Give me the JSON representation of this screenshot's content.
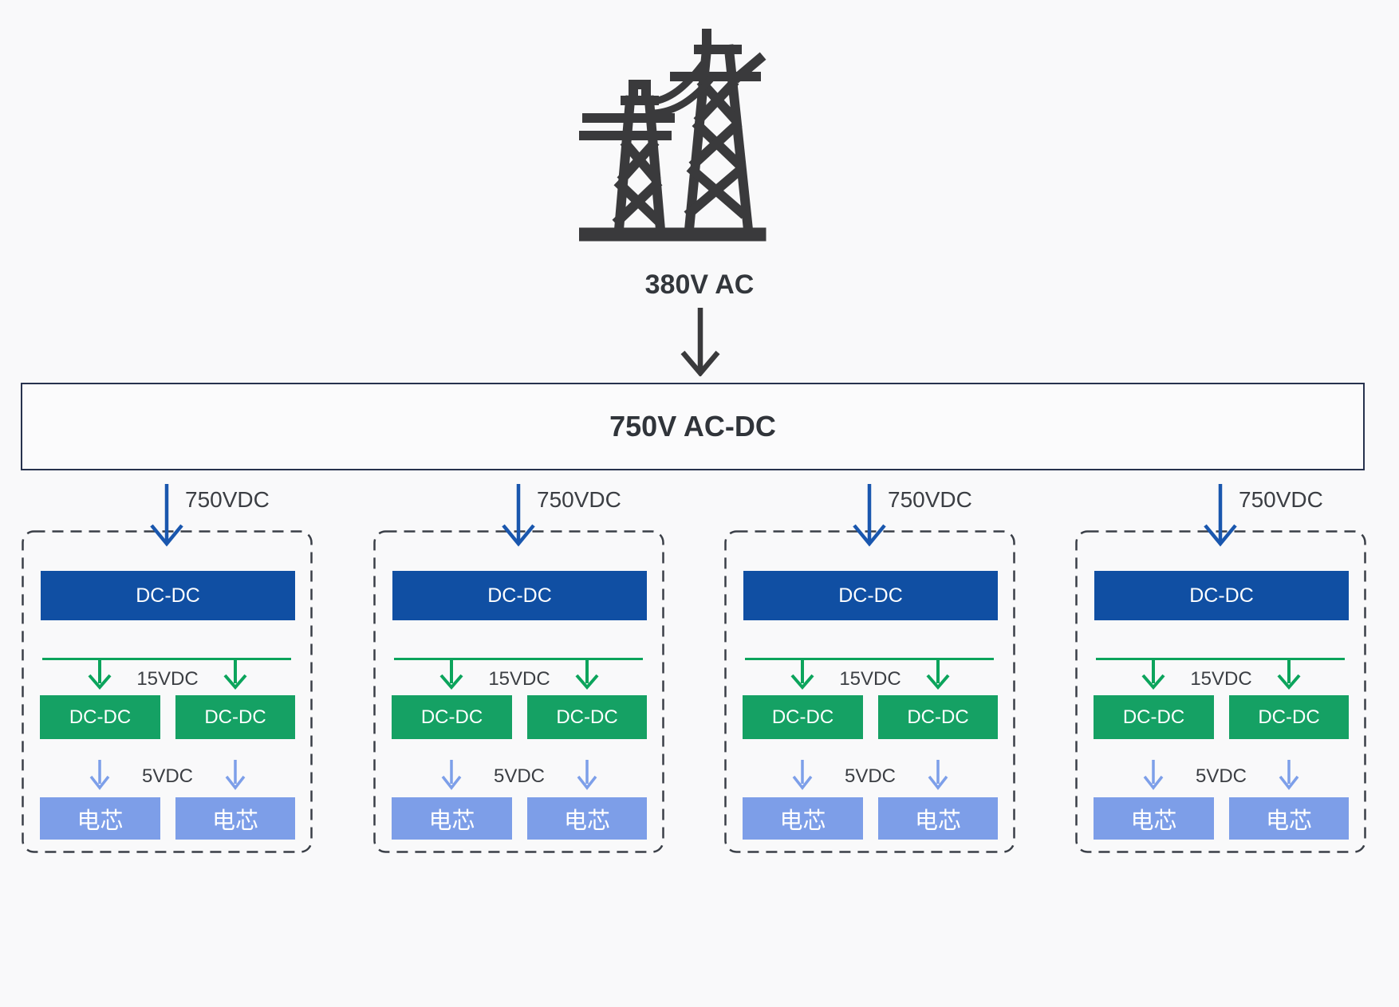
{
  "source": {
    "icon": "transmission-towers-icon",
    "label": "380V AC"
  },
  "converter": {
    "label": "750V AC-DC"
  },
  "branches": [
    {
      "input_label": "750VDC",
      "primary_dcdc": "DC-DC",
      "mid_label": "15VDC",
      "secondary_dcdc": [
        "DC-DC",
        "DC-DC"
      ],
      "low_label": "5VDC",
      "cells": [
        "电芯",
        "电芯"
      ]
    },
    {
      "input_label": "750VDC",
      "primary_dcdc": "DC-DC",
      "mid_label": "15VDC",
      "secondary_dcdc": [
        "DC-DC",
        "DC-DC"
      ],
      "low_label": "5VDC",
      "cells": [
        "电芯",
        "电芯"
      ]
    },
    {
      "input_label": "750VDC",
      "primary_dcdc": "DC-DC",
      "mid_label": "15VDC",
      "secondary_dcdc": [
        "DC-DC",
        "DC-DC"
      ],
      "low_label": "5VDC",
      "cells": [
        "电芯",
        "电芯"
      ]
    },
    {
      "input_label": "750VDC",
      "primary_dcdc": "DC-DC",
      "mid_label": "15VDC",
      "secondary_dcdc": [
        "DC-DC",
        "DC-DC"
      ],
      "low_label": "5VDC",
      "cells": [
        "电芯",
        "电芯"
      ]
    }
  ],
  "colors": {
    "page_bg": "#f9f9fa",
    "dark": "#3a3a3c",
    "box_border": "#27324e",
    "primary_blue": "#104fa3",
    "arrow_blue": "#1a57ae",
    "green": "#15a164",
    "green_line": "#0ca45c",
    "cell_blue": "#7d9ee8",
    "arrow_light_blue": "#7d9fe9",
    "label_gray": "#3b3e43",
    "dash": "#3a3f47"
  }
}
